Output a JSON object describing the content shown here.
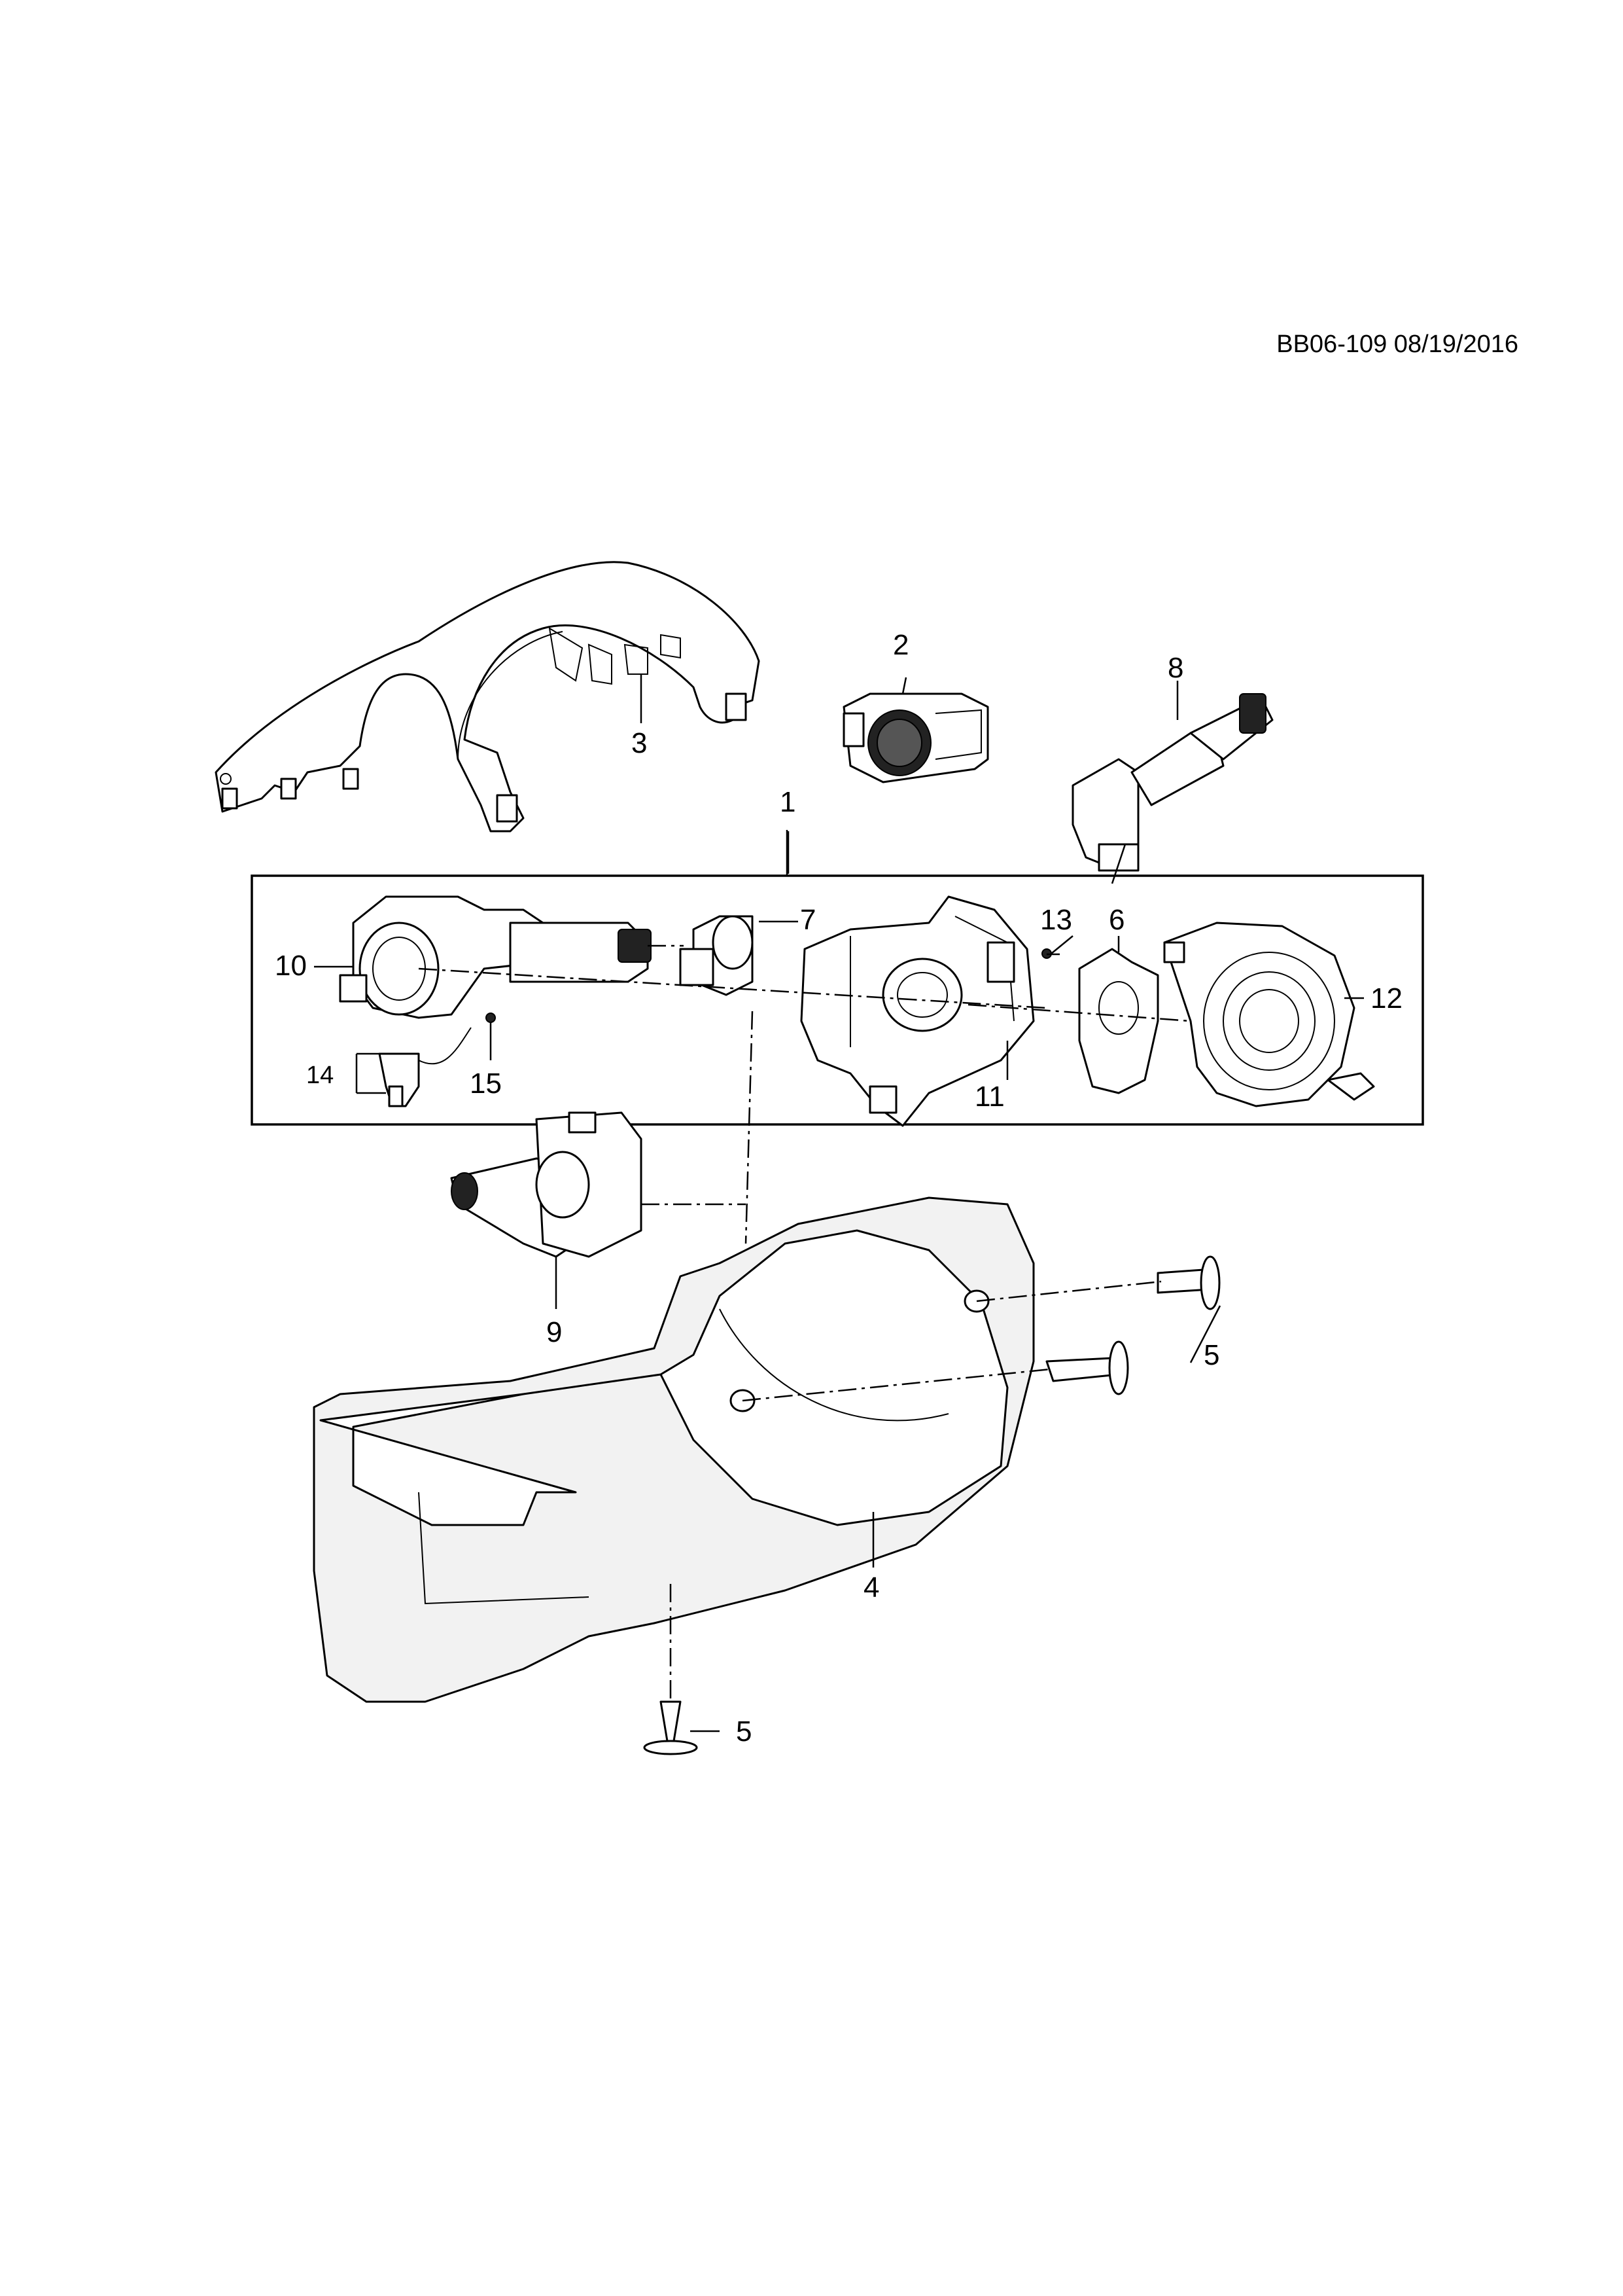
{
  "document_id": "BB06-109 08/19/2016",
  "callouts": {
    "c1": "1",
    "c2": "2",
    "c3": "3",
    "c4": "4",
    "c5a": "5",
    "c5b": "5",
    "c6": "6",
    "c7": "7",
    "c8": "8",
    "c9": "9",
    "c10": "10",
    "c11": "11",
    "c12": "12",
    "c13": "13",
    "c14": "14",
    "c15": "15"
  }
}
